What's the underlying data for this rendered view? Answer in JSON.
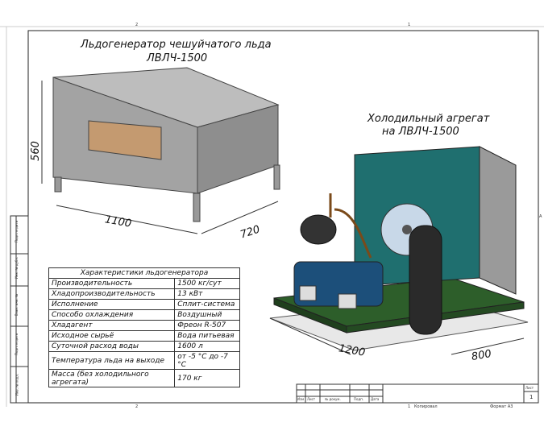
{
  "zones": {
    "top_left": "2",
    "top_right": "1",
    "bottom_left": "2",
    "right": "A"
  },
  "icemaker": {
    "title_line1": "Льдогенератор чешуйчатого льда",
    "title_line2": "ЛВЛЧ-1500",
    "dim_height": "560",
    "dim_length": "1100",
    "dim_depth": "720"
  },
  "unit": {
    "title_line1": "Холодильный агрегат",
    "title_line2": "на ЛВЛЧ-1500",
    "dim_length": "1200",
    "dim_depth": "800"
  },
  "spec_table": {
    "header": "Характеристики льдогенератора",
    "rows": [
      {
        "name": "Производительность",
        "value": "1500 кг/сут"
      },
      {
        "name": "Хладопроизводительность",
        "value": "13 кВт"
      },
      {
        "name": "Исполнение",
        "value": "Сплит-система"
      },
      {
        "name": "Способо охлаждения",
        "value": "Воздушный"
      },
      {
        "name": "Хладагент",
        "value": "Фреон R-507"
      },
      {
        "name": "Исходное сырьё",
        "value": "Вода питьевая"
      },
      {
        "name": "Суточной расход воды",
        "value": "1600 л"
      },
      {
        "name": "Температура льда на выходе",
        "value": "от -5 °С до -7 °С"
      },
      {
        "name": "Масса (без холодильного агрегата)",
        "value": "170 кг"
      }
    ]
  },
  "title_block": {
    "izm": "Изм",
    "list": "Лист",
    "doc": "№ докум.",
    "sign": "Подп.",
    "date": "Дата",
    "sheet_label": "Лист",
    "sheet_no": "1",
    "copied": "Копировал",
    "copied_no": "1",
    "format": "Формат А3"
  },
  "side_stamp": [
    "Подп. и дата",
    "Инв. № дубл.",
    "Взам. инв. №",
    "Подп. и дата",
    "Инв. № подл."
  ],
  "colors": {
    "box": "#a7a7a7",
    "unit_case": "#1f6f6f",
    "base": "#2d5e2a",
    "compressor": "#1c4f7a",
    "receiver": "#2a2a2a",
    "opening": "#c49a70"
  }
}
